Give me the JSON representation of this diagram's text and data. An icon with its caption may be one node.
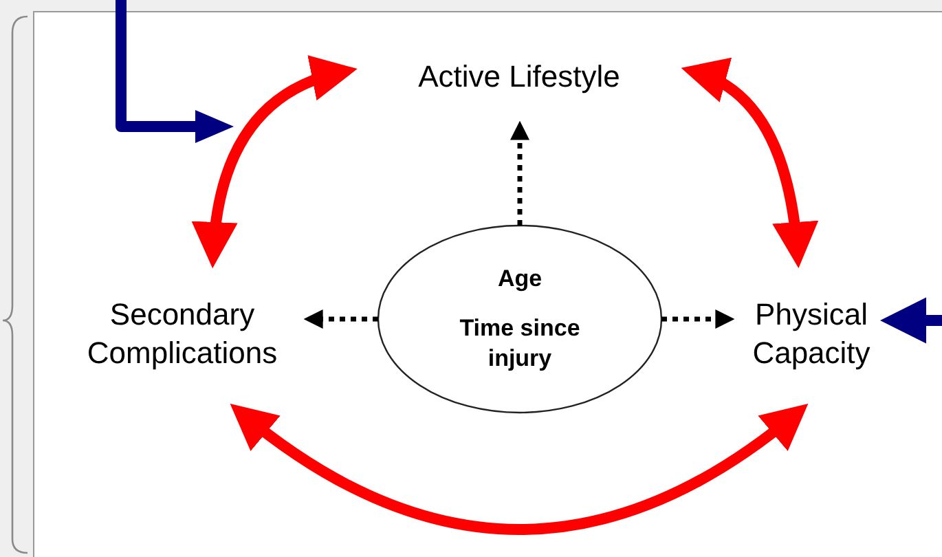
{
  "diagram": {
    "nodes": [
      {
        "text": [
          "Active Lifestyle"
        ]
      },
      {
        "text": [
          "Secondary Complications"
        ]
      },
      {
        "text": [
          "Age",
          "Time since injury"
        ]
      },
      {
        "text": [
          "Physical Capacity"
        ]
      }
    ],
    "edges": [
      {
        "from": 0,
        "to": 1,
        "arrow": "both",
        "color": "#ff0000"
      },
      {
        "from": 0,
        "to": 3,
        "arrow": "both",
        "color": "#ff0000"
      },
      {
        "from": 1,
        "to": 3,
        "arrow": "both",
        "color": "#ff0000"
      },
      {
        "from": 2,
        "to": 0,
        "arrow": "to",
        "style": "dashed",
        "color": "#000000"
      },
      {
        "from": 2,
        "to": 1,
        "arrow": "to",
        "style": "dashed",
        "color": "#000000"
      },
      {
        "from": 2,
        "to": 3,
        "arrow": "to",
        "style": "dashed",
        "color": "#000000"
      },
      {
        "from": null,
        "to": 3,
        "arrow": "to",
        "color": "#000080"
      }
    ]
  }
}
